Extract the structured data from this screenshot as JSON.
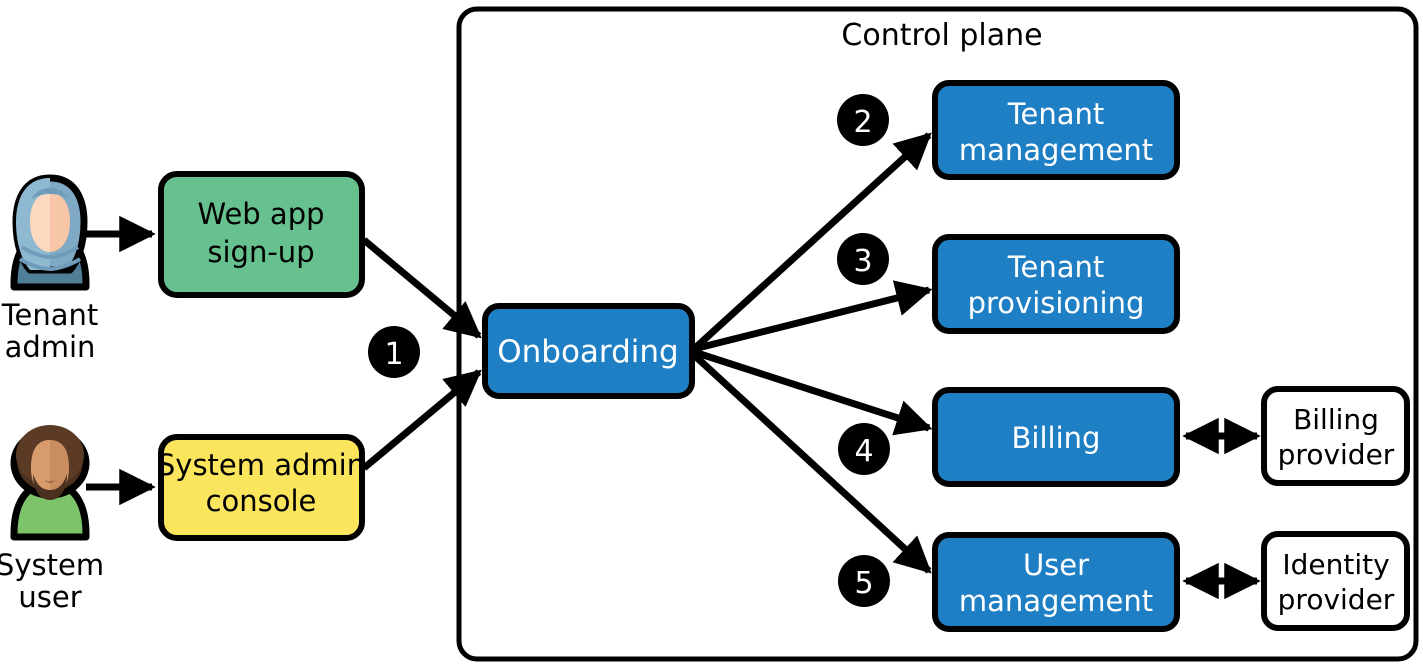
{
  "diagram": {
    "title": "Control plane",
    "actors": [
      {
        "id": "tenant-admin",
        "label_line1": "Tenant",
        "label_line2": "admin",
        "avatar": "person-hijab-avatar"
      },
      {
        "id": "system-user",
        "label_line1": "System",
        "label_line2": "user",
        "avatar": "person-afro-avatar"
      }
    ],
    "entry_boxes": [
      {
        "id": "web-app-signup",
        "line1": "Web app",
        "line2": "sign-up",
        "fill": "#67c18e",
        "text_color": "#000000"
      },
      {
        "id": "system-admin-console",
        "line1": "System admin",
        "line2": "console",
        "fill": "#fbe55c",
        "text_color": "#000000"
      }
    ],
    "hub": {
      "id": "onboarding",
      "label": "Onboarding",
      "fill": "#1f7fc4",
      "text_color": "#ffffff"
    },
    "services": [
      {
        "id": "tenant-management",
        "line1": "Tenant",
        "line2": "management",
        "fill": "#1f7fc4",
        "text_color": "#ffffff",
        "badge": "2"
      },
      {
        "id": "tenant-provisioning",
        "line1": "Tenant",
        "line2": "provisioning",
        "fill": "#1f7fc4",
        "text_color": "#ffffff",
        "badge": "3"
      },
      {
        "id": "billing",
        "line1": "Billing",
        "line2": "",
        "fill": "#1f7fc4",
        "text_color": "#ffffff",
        "badge": "4"
      },
      {
        "id": "user-management",
        "line1": "User",
        "line2": "management",
        "fill": "#1f7fc4",
        "text_color": "#ffffff",
        "badge": "5"
      }
    ],
    "providers": [
      {
        "id": "billing-provider",
        "line1": "Billing",
        "line2": "provider",
        "fill": "#ffffff",
        "text_color": "#000000"
      },
      {
        "id": "identity-provider",
        "line1": "Identity",
        "line2": "provider",
        "fill": "#ffffff",
        "text_color": "#000000"
      }
    ],
    "badges": [
      {
        "id": "badge-1",
        "label": "1"
      },
      {
        "id": "badge-2",
        "label": "2"
      },
      {
        "id": "badge-3",
        "label": "3"
      },
      {
        "id": "badge-4",
        "label": "4"
      },
      {
        "id": "badge-5",
        "label": "5"
      }
    ],
    "colors": {
      "green": "#67c18e",
      "yellow": "#fbe55c",
      "blue": "#1f7fc4",
      "white": "#ffffff",
      "stroke": "#000000",
      "badge_fill": "#000000",
      "badge_text": "#ffffff"
    }
  }
}
